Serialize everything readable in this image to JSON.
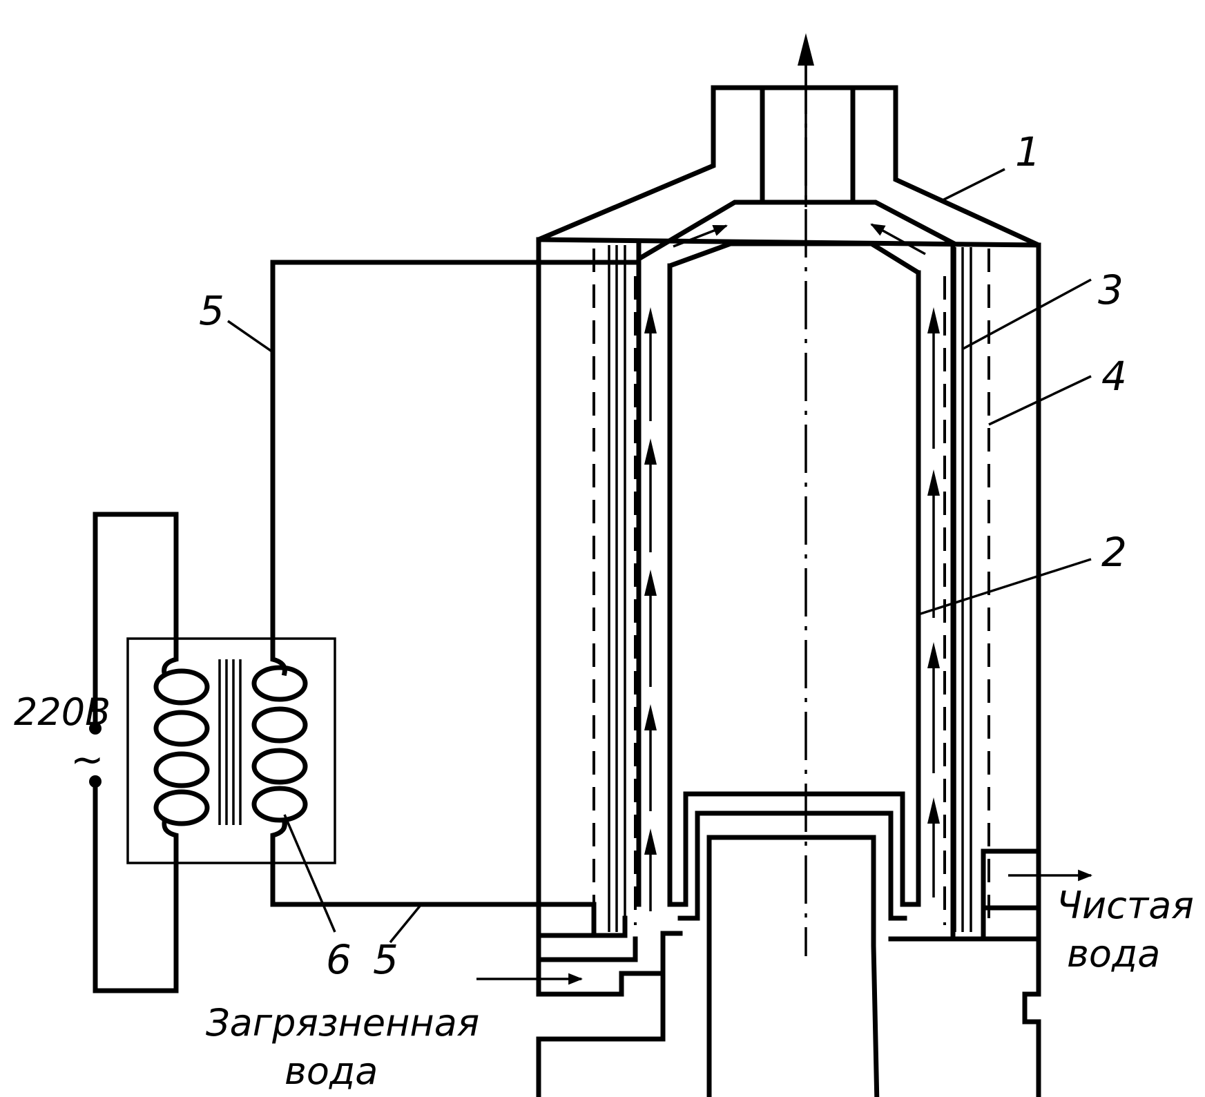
{
  "labels": {
    "n1": "1",
    "n2": "2",
    "n3": "3",
    "n4": "4",
    "n5_top": "5",
    "n6": "6",
    "n5_bottom": "5",
    "voltage": "220В",
    "ac_symbol": "~",
    "clean_water_1": "Чистая",
    "clean_water_2": "вода",
    "dirty_water_1": "Загрязненная",
    "dirty_water_2": "вода"
  },
  "colors": {
    "ink": "#000000",
    "paper": "#ffffff"
  }
}
